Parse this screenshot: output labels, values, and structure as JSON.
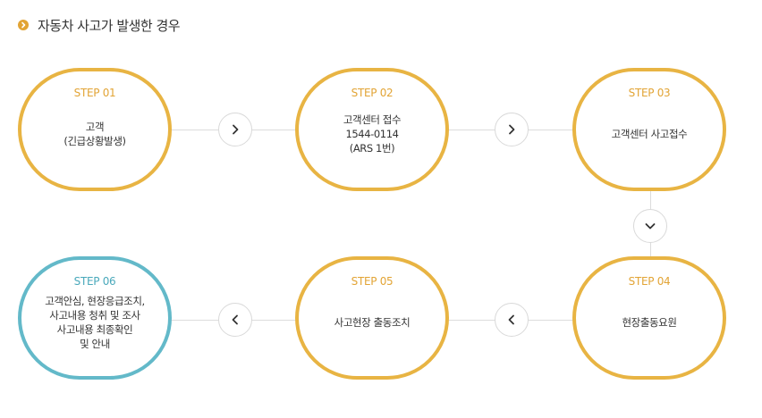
{
  "section": {
    "title": "자동차 사고가 발생한 경우",
    "bullet_icon": "chevron-right-circle-icon",
    "accent": "#e2a435"
  },
  "colors": {
    "step_border": "#e8b443",
    "final_border": "#63b9c9",
    "step_label": "#e2a435",
    "final_label": "#4aa9bb"
  },
  "steps": [
    {
      "label": "STEP 01",
      "lines": [
        "고객",
        "(긴급상황발생)"
      ]
    },
    {
      "label": "STEP 02",
      "lines": [
        "고객센터 접수",
        "1544-0114",
        "(ARS 1번)"
      ]
    },
    {
      "label": "STEP 03",
      "lines": [
        "고객센터 사고접수"
      ]
    },
    {
      "label": "STEP 04",
      "lines": [
        "현장출동요원"
      ]
    },
    {
      "label": "STEP 05",
      "lines": [
        "사고현장 출동조치"
      ]
    },
    {
      "label": "STEP 06",
      "lines": [
        "고객안심, 현장응급조치,",
        "사고내용 청취 및 조사",
        "사고내용 최종확인",
        "및 안내"
      ]
    }
  ],
  "arrows": [
    {
      "icon": "chevron-right-icon"
    },
    {
      "icon": "chevron-right-icon"
    },
    {
      "icon": "chevron-down-icon"
    },
    {
      "icon": "chevron-left-icon"
    },
    {
      "icon": "chevron-left-icon"
    }
  ]
}
